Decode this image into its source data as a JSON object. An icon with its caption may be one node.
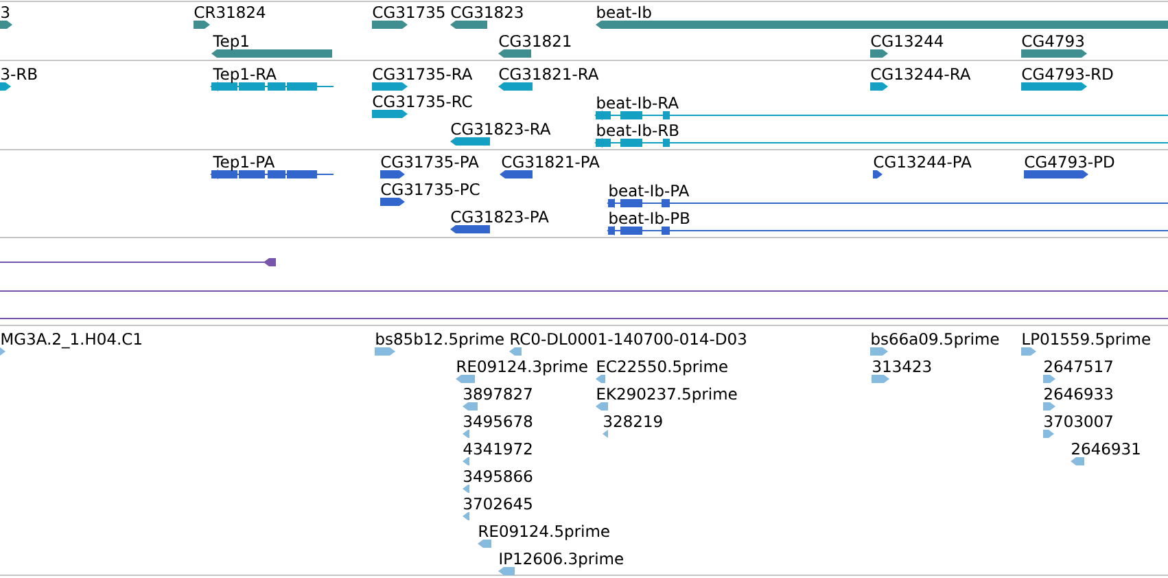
{
  "diagram": {
    "labels": [
      "3",
      "CR31824",
      "CG31735",
      "CG31823",
      "beat-Ib",
      "Tep1",
      "CG31821",
      "CG13244",
      "CG4793",
      "3-RB",
      "Tep1-RA",
      "CG31735-RA",
      "CG31821-RA",
      "CG13244-RA",
      "CG4793-RD",
      "CG31735-RC",
      "beat-Ib-RA",
      "CG31823-RA",
      "beat-Ib-RB",
      "Tep1-PA",
      "CG31735-PA",
      "CG31821-PA",
      "CG13244-PA",
      "CG4793-PD",
      "CG31735-PC",
      "beat-Ib-PA",
      "CG31823-PA",
      "beat-Ib-PB",
      "MG3A.2_1.H04.C1",
      "bs85b12.5prime",
      "RC0-DL0001-140700-014-D03",
      "bs66a09.5prime",
      "LP01559.5prime",
      "RE09124.3prime",
      "EC22550.5prime",
      "313423",
      "2647517",
      "3897827",
      "EK290237.5prime",
      "2646933",
      "3495678",
      "328219",
      "3703007",
      "4341972",
      "2646931",
      "3495866",
      "3702645",
      "RE09124.5prime",
      "IP12606.3prime"
    ]
  }
}
